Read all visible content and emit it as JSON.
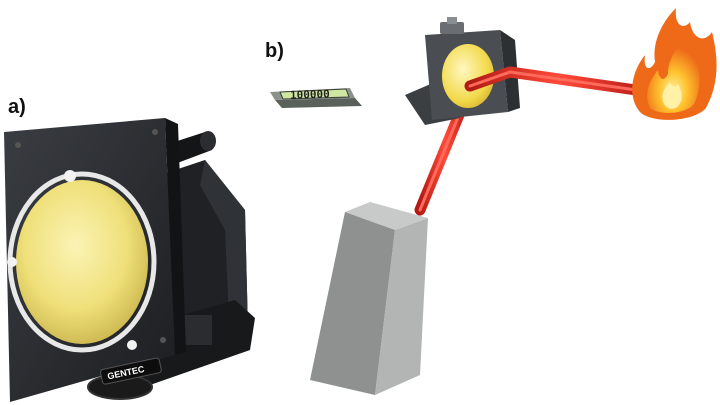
{
  "labels": {
    "panel_a": "a)",
    "panel_b": "b)"
  },
  "meter": {
    "reading": "100000"
  },
  "device": {
    "brand": "GENTEC"
  },
  "colors": {
    "laser_beam": "#e8302a",
    "detector_window": "#f2e68a",
    "housing": "#2b2e33",
    "laser_body": "#a3a5a5",
    "flame_outer": "#f07b1c",
    "flame_inner": "#ffd23f"
  },
  "icons": {
    "target": "fire-icon"
  }
}
